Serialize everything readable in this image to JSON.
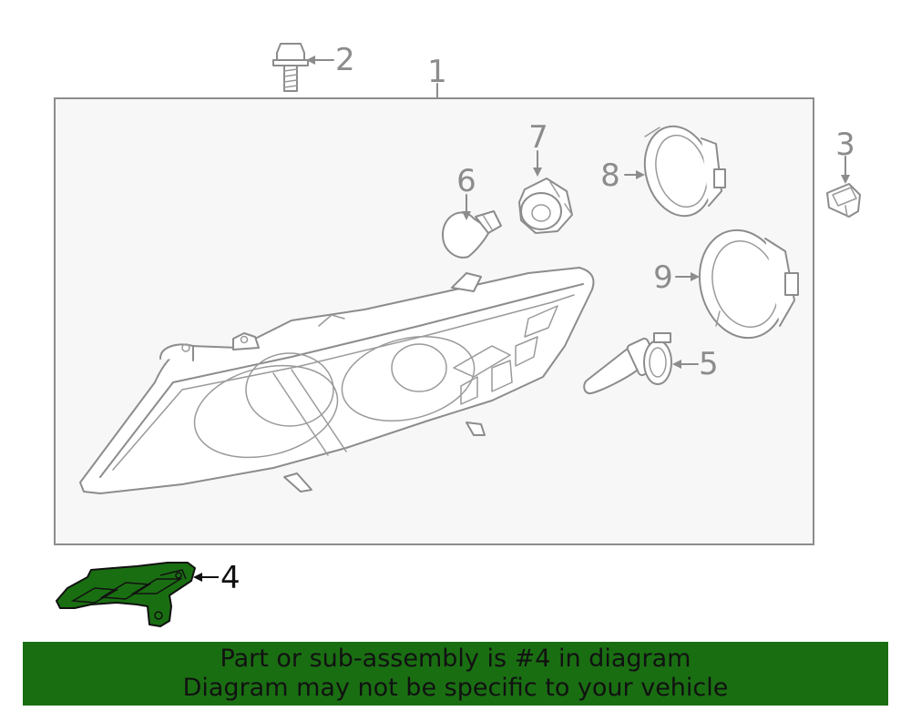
{
  "callouts": {
    "c1": "1",
    "c2": "2",
    "c3": "3",
    "c4": "4",
    "c5": "5",
    "c6": "6",
    "c7": "7",
    "c8": "8",
    "c9": "9"
  },
  "highlight": {
    "part": "4",
    "fill_color": "#1a6e12",
    "outline_color": "#111111"
  },
  "banner": {
    "line1": "Part or sub-assembly is #4 in diagram",
    "line2": "Diagram may not be specific to your vehicle",
    "color": "#1a6e12"
  }
}
